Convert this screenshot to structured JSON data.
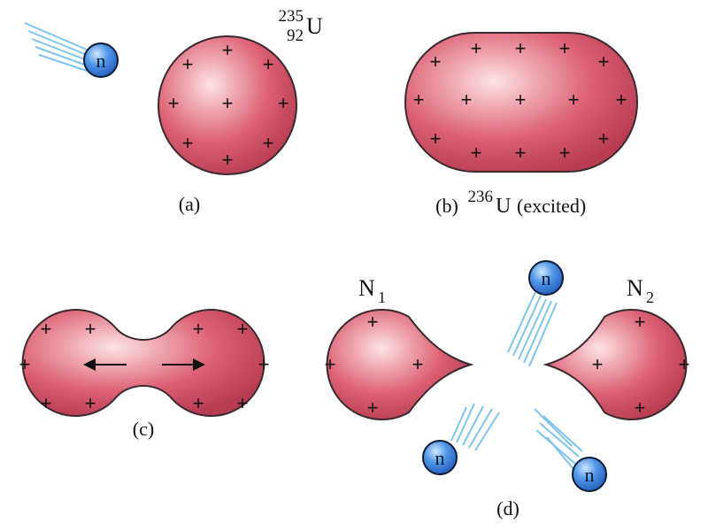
{
  "neutron_label": "n",
  "nucleus_mark": "+",
  "panel_a": {
    "caption": "(a)",
    "isotope": {
      "mass": "235",
      "atomic": "92",
      "symbol": "U"
    }
  },
  "panel_b": {
    "caption": "(b)",
    "isotope": {
      "mass": "236",
      "symbol": "U",
      "note": "(excited)"
    }
  },
  "panel_c": {
    "caption": "(c)"
  },
  "panel_d": {
    "caption": "(d)",
    "fragment_1": {
      "letter": "N",
      "index": "1"
    },
    "fragment_2": {
      "letter": "N",
      "index": "2"
    }
  },
  "colors": {
    "nucleus_fill": "#d85a6e",
    "nucleus_edge": "#3a2a2e",
    "neutron_fill": "#4a90e2",
    "trail": "#7ec4ee"
  }
}
